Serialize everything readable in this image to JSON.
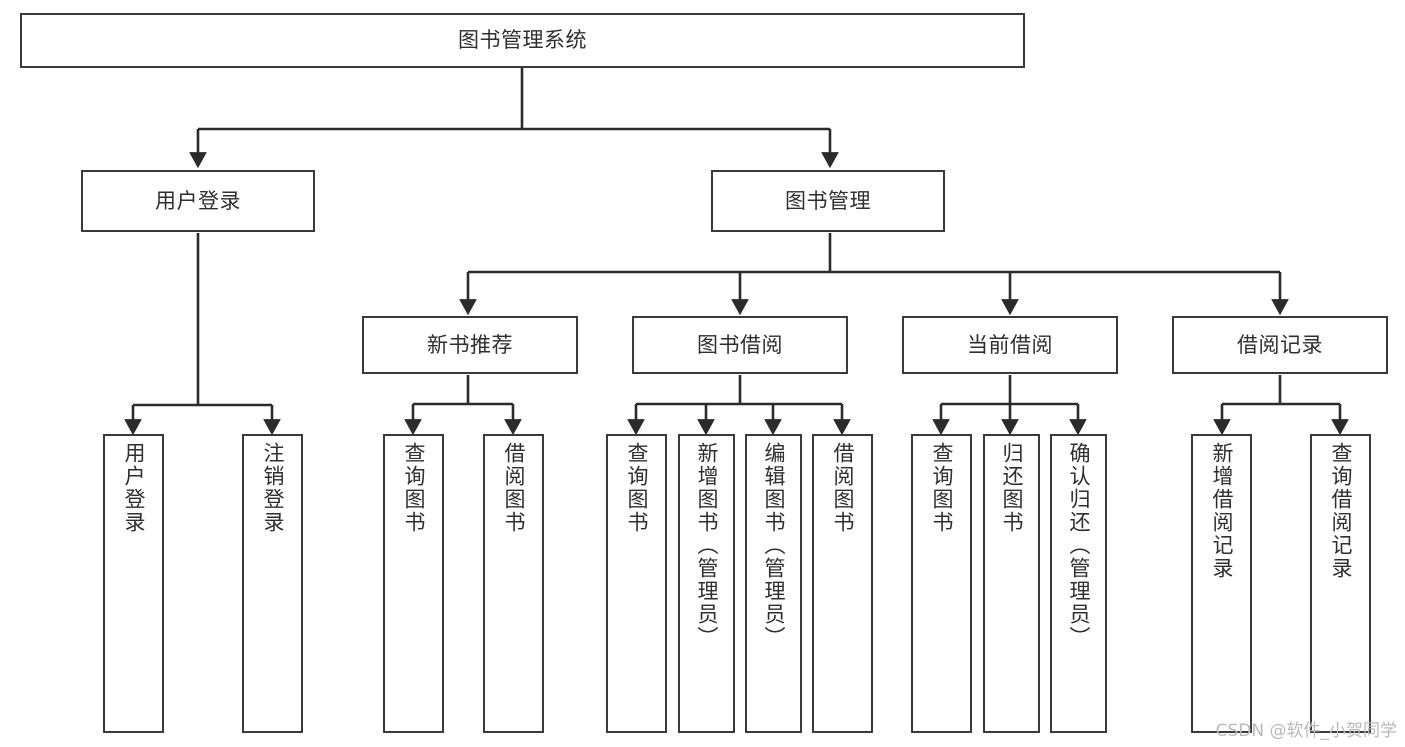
{
  "diagram": {
    "title": "图书管理系统",
    "type": "tree-hierarchy",
    "colors": {
      "box_border": "#3a3a3a",
      "box_fill": "#ffffff",
      "connector": "#2b2b2b",
      "text": "#2f2f2f",
      "watermark": "#b9b9b9"
    },
    "root": {
      "label": "图书管理系统"
    },
    "level2": [
      {
        "label": "用户登录"
      },
      {
        "label": "图书管理"
      }
    ],
    "level3": [
      {
        "label": "新书推荐"
      },
      {
        "label": "图书借阅"
      },
      {
        "label": "当前借阅"
      },
      {
        "label": "借阅记录"
      }
    ],
    "leaves": {
      "user_login": [
        {
          "label": "用户登录"
        },
        {
          "label": "注销登录"
        }
      ],
      "new_book_recommend": [
        {
          "label": "查询图书"
        },
        {
          "label": "借阅图书"
        }
      ],
      "book_borrow": [
        {
          "label": "查询图书"
        },
        {
          "label": "新增图书（管理员）"
        },
        {
          "label": "编辑图书（管理员）"
        },
        {
          "label": "借阅图书"
        }
      ],
      "current_borrow": [
        {
          "label": "查询图书"
        },
        {
          "label": "归还图书"
        },
        {
          "label": "确认归还（管理员）"
        }
      ],
      "borrow_records": [
        {
          "label": "新增借阅记录"
        },
        {
          "label": "查询借阅记录"
        }
      ]
    }
  },
  "watermark": {
    "text": "CSDN @软件_小贺同学"
  }
}
